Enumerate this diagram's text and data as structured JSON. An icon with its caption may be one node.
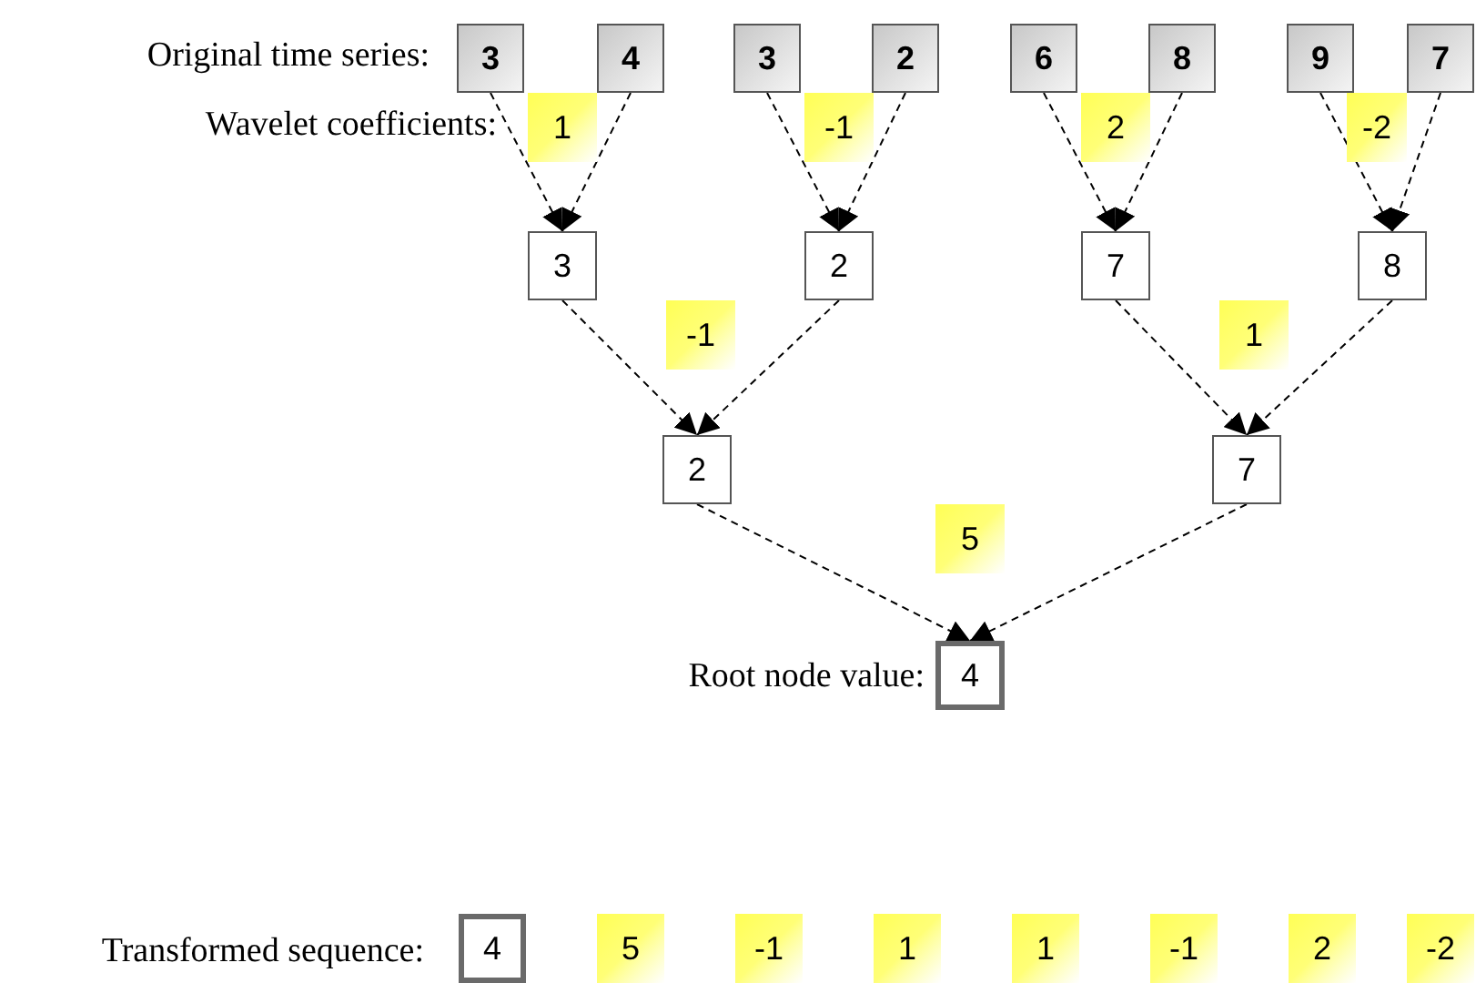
{
  "diagram": {
    "nodes": [
      {
        "text": [
          "3"
        ]
      },
      {
        "text": [
          "4"
        ]
      },
      {
        "text": [
          "3"
        ]
      },
      {
        "text": [
          "2"
        ]
      },
      {
        "text": [
          "6"
        ]
      },
      {
        "text": [
          "8"
        ]
      },
      {
        "text": [
          "9"
        ]
      },
      {
        "text": [
          "7"
        ]
      },
      {
        "text": [
          "1"
        ]
      },
      {
        "text": [
          "-1"
        ]
      },
      {
        "text": [
          "2"
        ]
      },
      {
        "text": [
          "-2"
        ]
      },
      {
        "text": [
          "3"
        ]
      },
      {
        "text": [
          "2"
        ]
      },
      {
        "text": [
          "7"
        ]
      },
      {
        "text": [
          "8"
        ]
      },
      {
        "text": [
          "-1"
        ]
      },
      {
        "text": [
          "1"
        ]
      },
      {
        "text": [
          "2"
        ]
      },
      {
        "text": [
          "7"
        ]
      },
      {
        "text": [
          "5"
        ]
      },
      {
        "text": [
          "4"
        ]
      },
      {
        "text": [
          "4"
        ]
      },
      {
        "text": [
          "5"
        ]
      },
      {
        "text": [
          "-1"
        ]
      },
      {
        "text": [
          "1"
        ]
      },
      {
        "text": [
          "1"
        ]
      },
      {
        "text": [
          "-1"
        ]
      },
      {
        "text": [
          "2"
        ]
      },
      {
        "text": [
          "-2"
        ]
      }
    ],
    "edges": [
      {
        "from": 0,
        "to": 12,
        "arrow": "to",
        "style": "dashed"
      },
      {
        "from": 1,
        "to": 12,
        "arrow": "to",
        "style": "dashed"
      },
      {
        "from": 2,
        "to": 13,
        "arrow": "to",
        "style": "dashed"
      },
      {
        "from": 3,
        "to": 13,
        "arrow": "to",
        "style": "dashed"
      },
      {
        "from": 4,
        "to": 14,
        "arrow": "to",
        "style": "dashed"
      },
      {
        "from": 5,
        "to": 14,
        "arrow": "to",
        "style": "dashed"
      },
      {
        "from": 6,
        "to": 15,
        "arrow": "to",
        "style": "dashed"
      },
      {
        "from": 7,
        "to": 15,
        "arrow": "to",
        "style": "dashed"
      },
      {
        "from": 12,
        "to": 18,
        "arrow": "to",
        "style": "dashed"
      },
      {
        "from": 13,
        "to": 18,
        "arrow": "to",
        "style": "dashed"
      },
      {
        "from": 14,
        "to": 19,
        "arrow": "to",
        "style": "dashed"
      },
      {
        "from": 15,
        "to": 19,
        "arrow": "to",
        "style": "dashed"
      },
      {
        "from": 18,
        "to": 21,
        "arrow": "to",
        "style": "dashed"
      },
      {
        "from": 19,
        "to": 21,
        "arrow": "to",
        "style": "dashed"
      }
    ],
    "labels": [
      "Original time series:",
      "Wavelet coefficients:",
      "Root node value:",
      "Transformed sequence:"
    ]
  }
}
